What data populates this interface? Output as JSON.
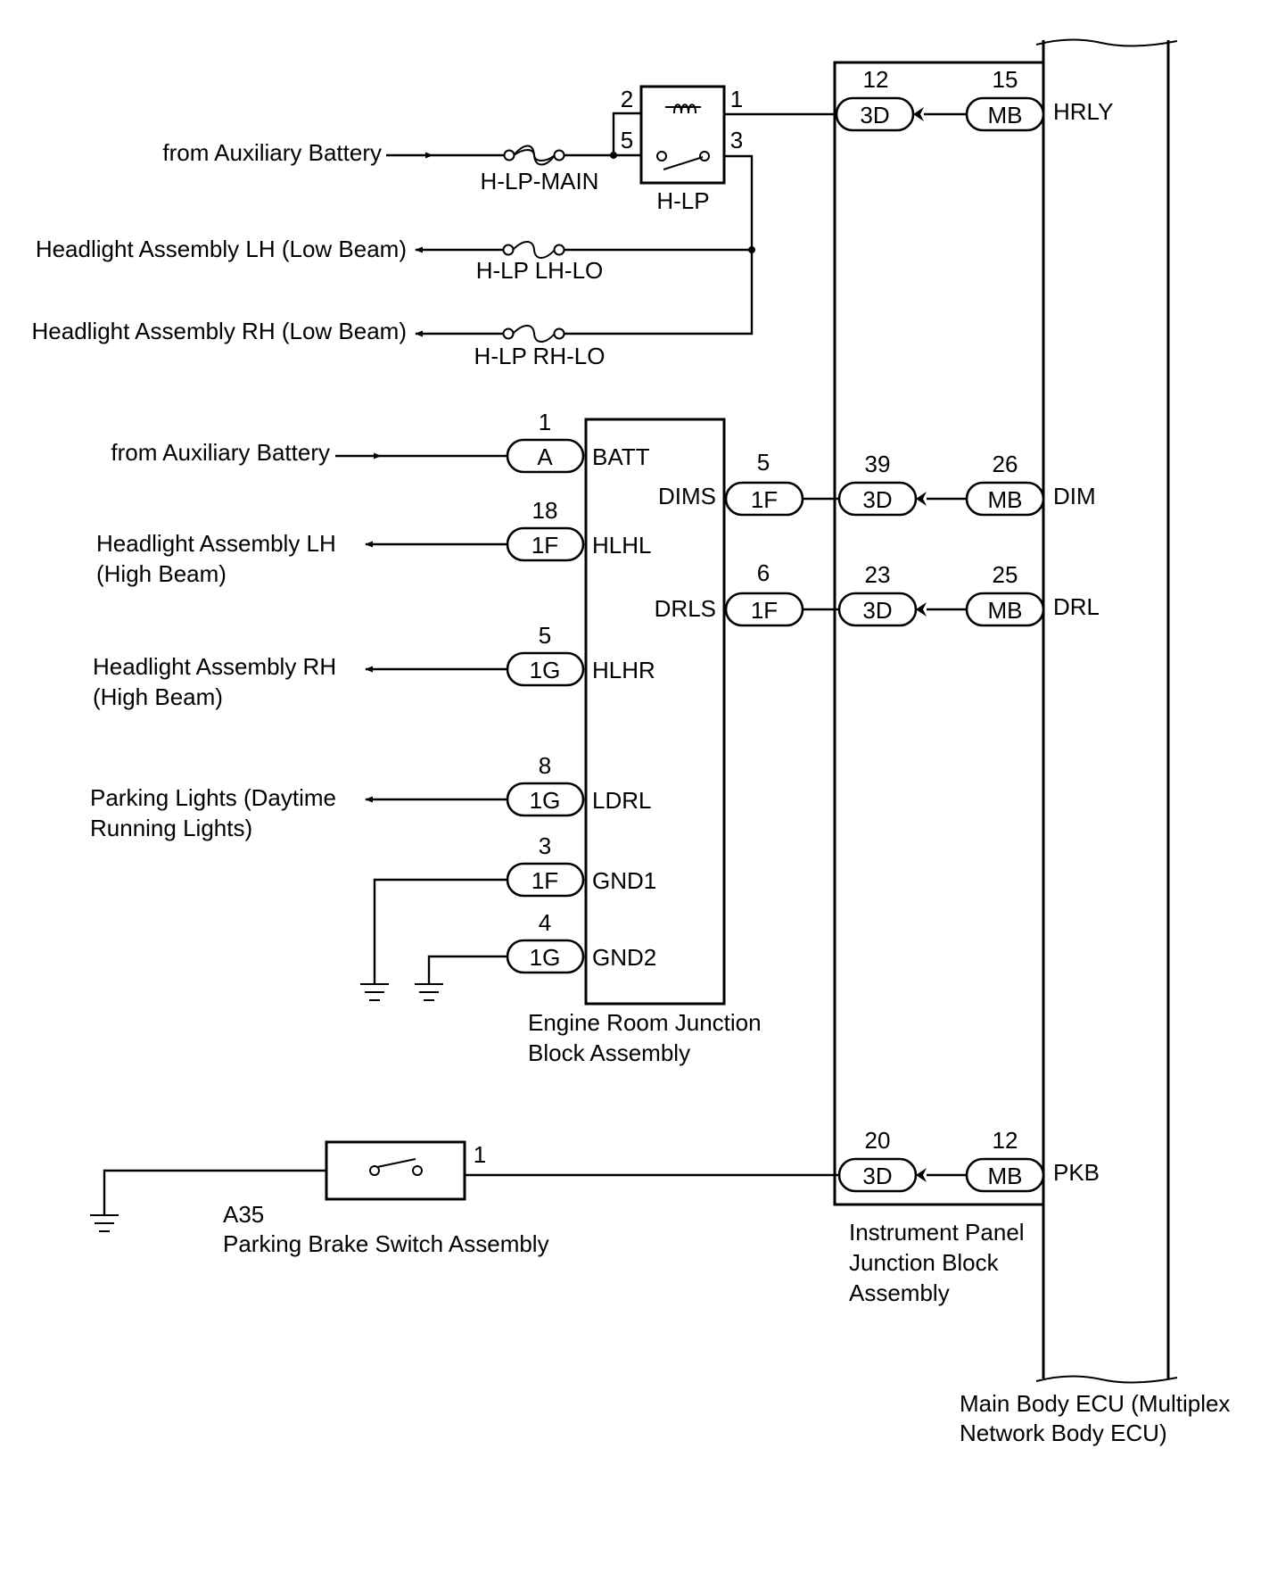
{
  "labels": {
    "from_aux_battery_1": "from Auxiliary Battery",
    "from_aux_battery_2": "from Auxiliary Battery",
    "hl_lh_low": "Headlight Assembly LH (Low Beam)",
    "hl_rh_low": "Headlight Assembly RH (Low Beam)",
    "hl_lh_high_1": "Headlight Assembly LH",
    "hl_lh_high_2": "(High Beam)",
    "hl_rh_high_1": "Headlight Assembly RH",
    "hl_rh_high_2": "(High Beam)",
    "parking_1": "Parking Lights (Daytime",
    "parking_2": "Running Lights)"
  },
  "fuses": {
    "main": "H-LP-MAIN",
    "lh_lo": "H-LP LH-LO",
    "rh_lo": "H-LP RH-LO"
  },
  "relay": {
    "name": "H-LP",
    "pins": {
      "p1": "1",
      "p2": "2",
      "p3": "3",
      "p5": "5"
    }
  },
  "engine_room_jb": {
    "name_1": "Engine Room Junction",
    "name_2": "Block Assembly",
    "terminals": {
      "batt": {
        "pin": "1",
        "conn": "A",
        "label": "BATT"
      },
      "hlhl": {
        "pin": "18",
        "conn": "1F",
        "label": "HLHL"
      },
      "hlhr": {
        "pin": "5",
        "conn": "1G",
        "label": "HLHR"
      },
      "ldrl": {
        "pin": "8",
        "conn": "1G",
        "label": "LDRL"
      },
      "gnd1": {
        "pin": "3",
        "conn": "1F",
        "label": "GND1"
      },
      "gnd2": {
        "pin": "4",
        "conn": "1G",
        "label": "GND2"
      },
      "dims": {
        "pin": "5",
        "conn": "1F",
        "label": "DIMS"
      },
      "drls": {
        "pin": "6",
        "conn": "1F",
        "label": "DRLS"
      }
    }
  },
  "instrument_panel_jb": {
    "name_1": "Instrument Panel",
    "name_2": "Junction Block",
    "name_3": "Assembly",
    "rows": {
      "hrly": {
        "pin_3d": "12",
        "conn_3d": "3D",
        "pin_mb": "15",
        "conn_mb": "MB",
        "signal": "HRLY"
      },
      "dim": {
        "pin_3d": "39",
        "conn_3d": "3D",
        "pin_mb": "26",
        "conn_mb": "MB",
        "signal": "DIM"
      },
      "drl": {
        "pin_3d": "23",
        "conn_3d": "3D",
        "pin_mb": "25",
        "conn_mb": "MB",
        "signal": "DRL"
      },
      "pkb": {
        "pin_3d": "20",
        "conn_3d": "3D",
        "pin_mb": "12",
        "conn_mb": "MB",
        "signal": "PKB"
      }
    }
  },
  "main_body_ecu": {
    "name_1": "Main Body ECU (Multiplex",
    "name_2": "Network Body ECU)"
  },
  "parking_brake_switch": {
    "code": "A35",
    "name": "Parking Brake Switch Assembly",
    "pin": "1"
  }
}
